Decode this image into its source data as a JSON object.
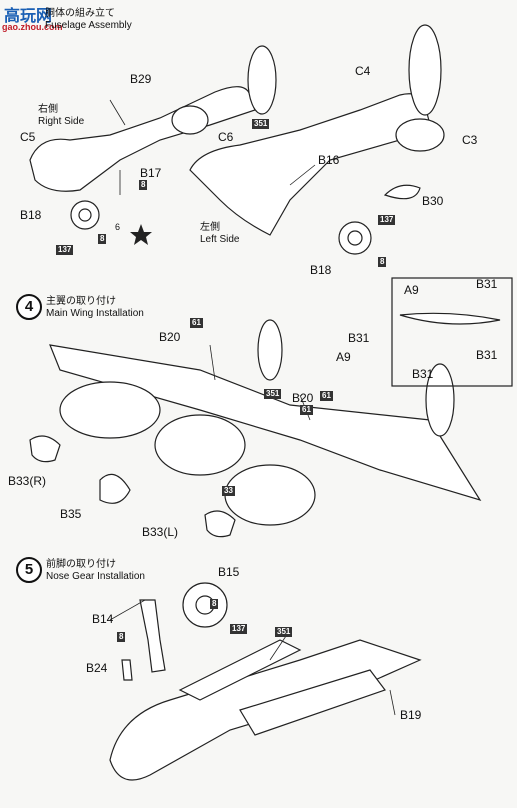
{
  "watermark": {
    "main": "高玩网",
    "url": "gao.zhou.com"
  },
  "step3": {
    "title_jp": "胴体の組み立て",
    "title_en": "Fuselage Assembly"
  },
  "step4": {
    "num": "4",
    "title_jp": "主翼の取り付け",
    "title_en": "Main Wing Installation"
  },
  "step5": {
    "num": "5",
    "title_jp": "前脚の取り付け",
    "title_en": "Nose Gear Installation"
  },
  "sides": {
    "right_jp": "右側",
    "right_en": "Right Side",
    "left_jp": "左側",
    "left_en": "Left Side"
  },
  "labels": {
    "b29": "B29",
    "c4": "C4",
    "c5": "C5",
    "c6": "C6",
    "c3": "C3",
    "b16": "B16",
    "b17": "B17",
    "b18a": "B18",
    "b18b": "B18",
    "b30": "B30",
    "a9a": "A9",
    "a9b": "A9",
    "b31a": "B31",
    "b31b": "B31",
    "b31c": "B31",
    "b31d": "B31",
    "b20a": "B20",
    "b20b": "B20",
    "b33r": "B33(R)",
    "b35": "B35",
    "b33l": "B33(L)",
    "b15": "B15",
    "b14": "B14",
    "b24": "B24",
    "b19": "B19"
  },
  "color_codes": {
    "c8a": "8",
    "c8b": "8",
    "c8c": "8",
    "c8d": "8",
    "c8e": "8",
    "c137a": "137",
    "c137b": "137",
    "c137c": "137",
    "c351a": "351",
    "c351b": "351",
    "c351c": "351",
    "c61a": "61",
    "c61b": "61",
    "c61c": "61",
    "c33": "33"
  },
  "misc": {
    "six": "6"
  },
  "colors": {
    "ink": "#111111",
    "code_box": "#333333",
    "watermark_blue": "#1a5fb4",
    "watermark_red": "#c01c28"
  }
}
